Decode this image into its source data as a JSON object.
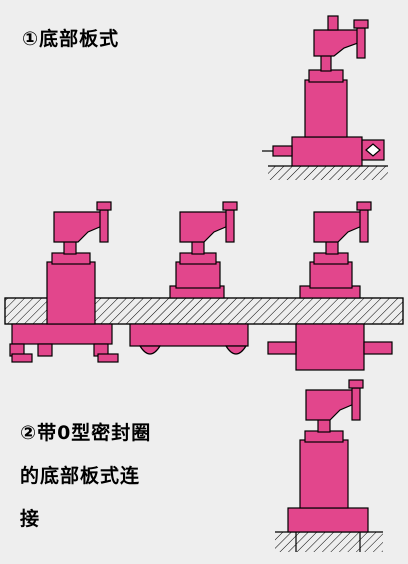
{
  "labels": {
    "section1": "①底部板式",
    "section2_line1": "②带0型密封圈",
    "section2_line2": "的底部板式连",
    "section2_line3": "接"
  },
  "colors": {
    "body": "#e2468c",
    "outline": "#000000",
    "background": "#eeeeee",
    "plate": "#d9d9d9"
  }
}
